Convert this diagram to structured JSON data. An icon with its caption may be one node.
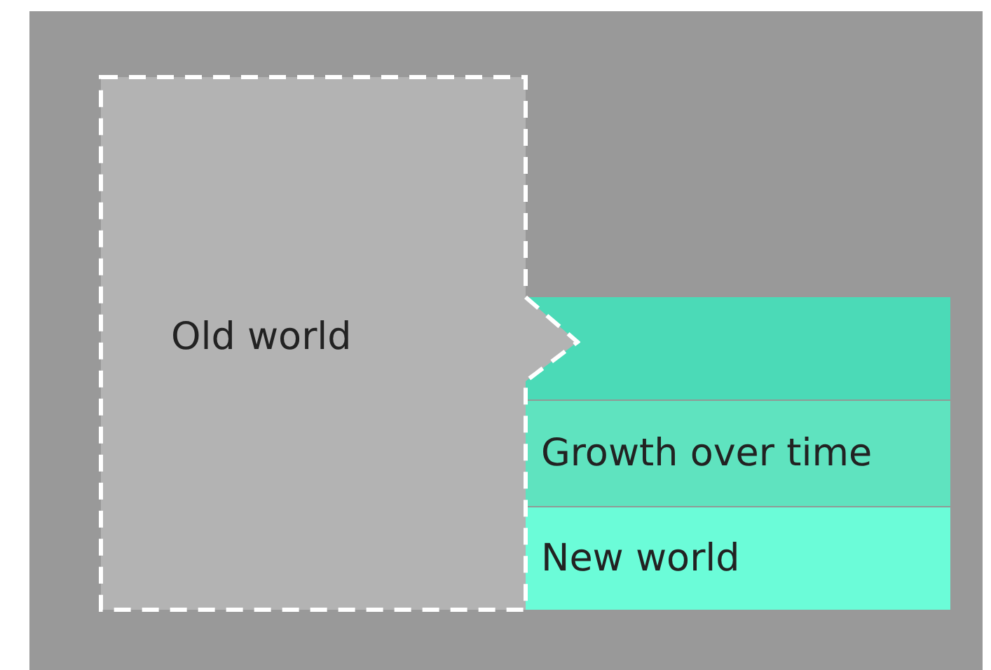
{
  "diagram": {
    "nodes": [
      {
        "text": [
          "Old world"
        ]
      },
      {
        "text": [],
        "shape": "box"
      },
      {
        "text": [
          "Growth over time"
        ]
      },
      {
        "text": [
          "New world"
        ]
      }
    ]
  }
}
